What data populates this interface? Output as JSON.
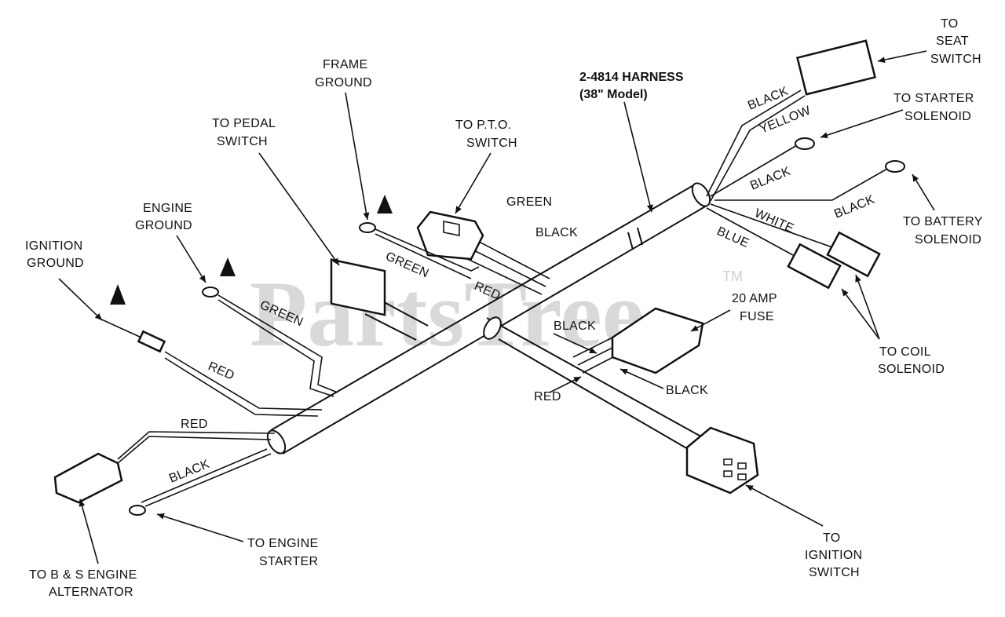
{
  "watermark": {
    "text": "PartsTree",
    "trademark": "TM"
  },
  "harness": {
    "line1": "2-4814 HARNESS",
    "line2": "(38\" Model)"
  },
  "callouts": {
    "seat_switch": [
      "TO",
      "SEAT",
      "SWITCH"
    ],
    "starter_solenoid": [
      "TO STARTER",
      "SOLENOID"
    ],
    "battery_solenoid": [
      "TO BATTERY",
      "SOLENOID"
    ],
    "coil_solenoid": [
      "TO COIL",
      "SOLENOID"
    ],
    "fuse": [
      "20 AMP",
      "FUSE"
    ],
    "ignition_switch": [
      "TO",
      "IGNITION",
      "SWITCH"
    ],
    "engine_starter": [
      "TO ENGINE",
      "STARTER"
    ],
    "alternator": [
      "TO B & S  ENGINE",
      "ALTERNATOR"
    ],
    "ignition_ground": [
      "IGNITION",
      "GROUND"
    ],
    "engine_ground": [
      "ENGINE",
      "GROUND"
    ],
    "pedal_switch": [
      "TO PEDAL",
      "SWITCH"
    ],
    "frame_ground": [
      "FRAME",
      "GROUND"
    ],
    "pto_switch": [
      "TO P.T.O.",
      "SWITCH"
    ]
  },
  "wire_labels": {
    "black_seat": "BLACK",
    "yellow_seat": "YELLOW",
    "black_starter": "BLACK",
    "black_battery": "BLACK",
    "white_coil": "WHITE",
    "blue_coil": "BLUE",
    "green_pto": "GREEN",
    "black_pto": "BLACK",
    "green_pedal": "GREEN",
    "red_pto": "RED",
    "green_engine": "GREEN",
    "red_ignition": "RED",
    "red_alternator": "RED",
    "black_engine_starter": "BLACK",
    "black_fuse_top": "BLACK",
    "black_fuse_bottom": "BLACK",
    "red_fuse": "RED"
  }
}
